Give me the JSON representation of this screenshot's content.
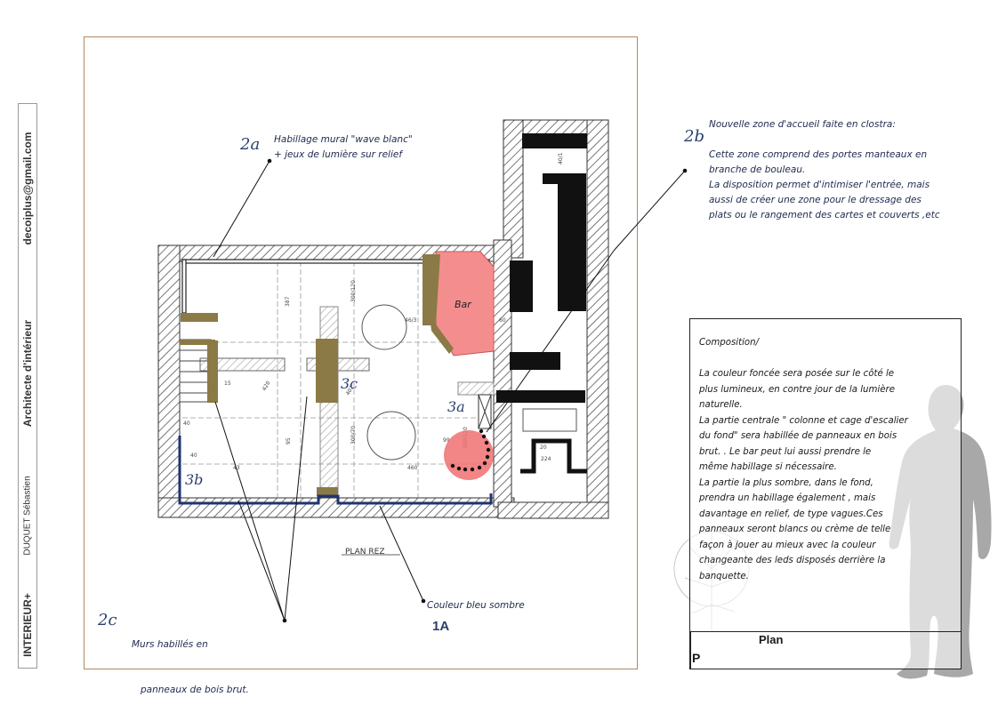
{
  "sidebar": {
    "brand": "INTERIEUR+",
    "designer": "DUQUET Sébastien",
    "role": "Architecte d'intérieur",
    "email": "decoiplus@gmail.com"
  },
  "plan": {
    "floor_label": "PLAN REZ",
    "section_label": "1A",
    "bar_label": "Bar",
    "dimensions": [
      "387",
      "300/120",
      "60",
      "40",
      "15",
      "40",
      "420",
      "402",
      "95",
      "300/70",
      "43",
      "460",
      "300/120",
      "99",
      "224",
      "40/1",
      "20",
      "46/3"
    ]
  },
  "annotations": {
    "a2a": {
      "ref": "2a",
      "lines": [
        "Habillage mural \"wave blanc\"",
        "+ jeux de lumière sur relief"
      ]
    },
    "a2b": {
      "ref": "2b",
      "lines": [
        "Nouvelle zone d'accueil faite en clostra:",
        "",
        "Cette zone comprend des portes manteaux en",
        "branche de bouleau.",
        "La disposition permet d'intimiser l'entrée, mais",
        "aussi de créer une zone pour le dressage des",
        "plats ou le rangement des cartes et couverts ,etc"
      ]
    },
    "a2c": {
      "ref": "2c",
      "lines": [
        "Murs habillés en",
        "   panneaux de bois brut."
      ]
    },
    "a3a": {
      "ref": "3a"
    },
    "a3b": {
      "ref": "3b"
    },
    "a3c": {
      "ref": "3c"
    },
    "blue": {
      "text": "Couleur bleu sombre"
    }
  },
  "composition": {
    "title": "Composition/",
    "body": "La couleur foncée sera posée sur le côté le\nplus lumineux, en contre jour de la lumière\nnaturelle.\nLa partie centrale \" colonne et cage d'escalier\ndu fond\" sera habillée de panneaux en bois\nbrut. . Le bar peut lui aussi prendre le\nmême habillage si nécessaire.\nLa partie la plus sombre, dans le fond,\nprendra un habillage également , mais\ndavantage en relief, de type vagues.Ces\npanneaux seront blancs ou crème de telle\nfaçon à jouer au mieux avec la couleur\nchangeante des leds disposés derrière la\nbanquette.",
    "plan_title": "Plan",
    "plan_code": "P"
  },
  "colors": {
    "wood": "#8b7a46",
    "bar": "#f48e8e",
    "circle": "#f07070",
    "blue_wall": "#1f3470",
    "hatch": "#555555",
    "silhouette": "#a8a8a8",
    "note_ink": "#1f2a4d"
  }
}
